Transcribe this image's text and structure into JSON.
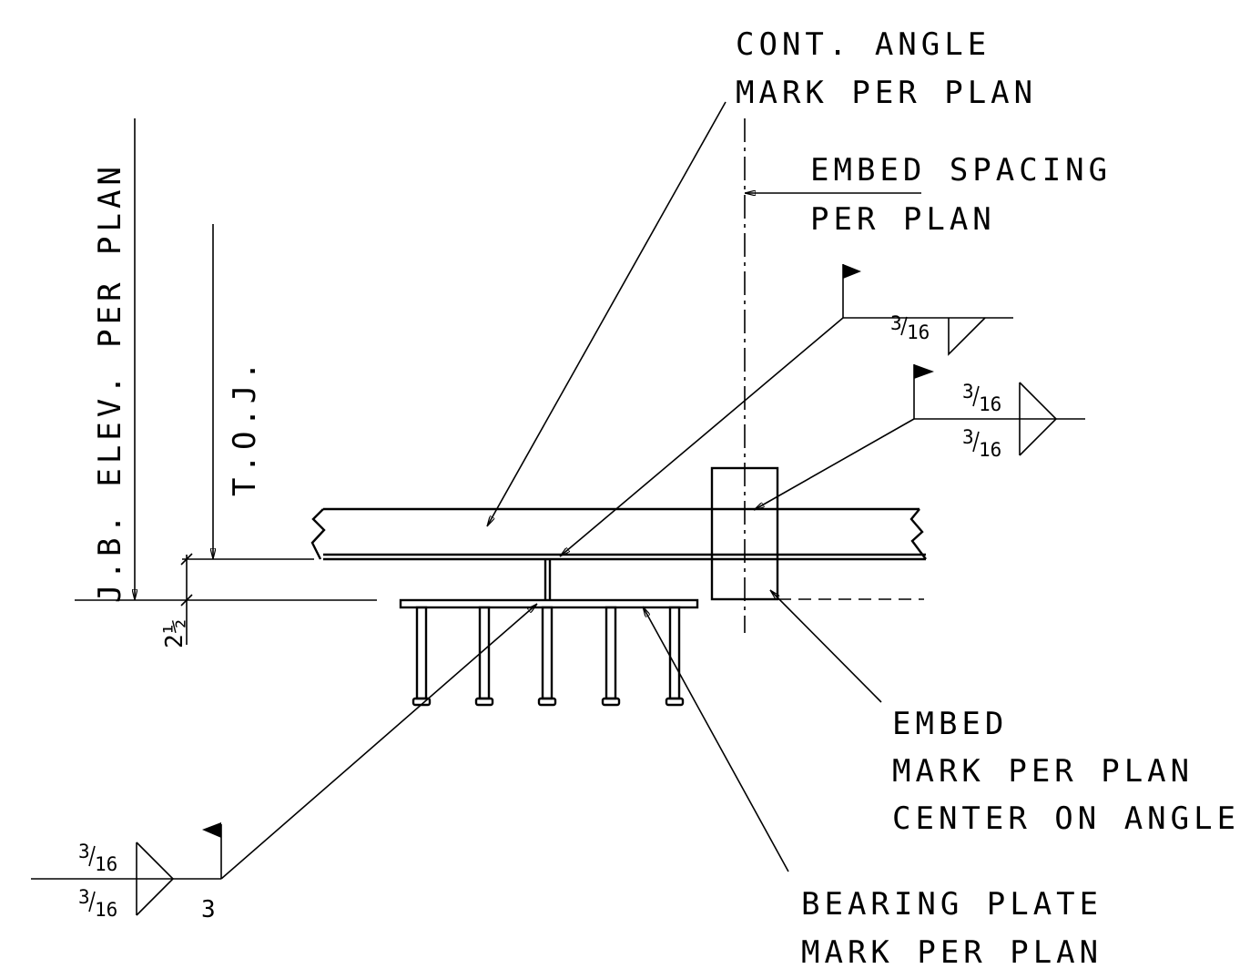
{
  "labels": {
    "cont_angle": [
      "CONT. ANGLE",
      "MARK PER PLAN"
    ],
    "embed_spacing": [
      "EMBED SPACING",
      "PER PLAN"
    ],
    "jb_elev": "J.B. ELEV. PER PLAN",
    "toj": "T.O.J.",
    "embed": [
      "EMBED",
      "MARK PER PLAN",
      "CENTER ON ANGLE"
    ],
    "bearing_plate": [
      "BEARING PLATE",
      "MARK PER PLAN"
    ]
  },
  "dimensions": {
    "bearing_offset": "2½"
  },
  "welds": {
    "embed_to_angle": {
      "size": "3/16",
      "type": "fillet",
      "field_weld": true
    },
    "angle_to_embed": {
      "size_arrow_side": "3/16",
      "size_other_side": "3/16",
      "type": "fillet-both-sides",
      "field_weld": true
    },
    "joist_to_plate": {
      "size_arrow_side": "3/16",
      "size_other_side": "3/16",
      "length": "3",
      "type": "fillet-both-sides",
      "field_weld": true
    }
  }
}
